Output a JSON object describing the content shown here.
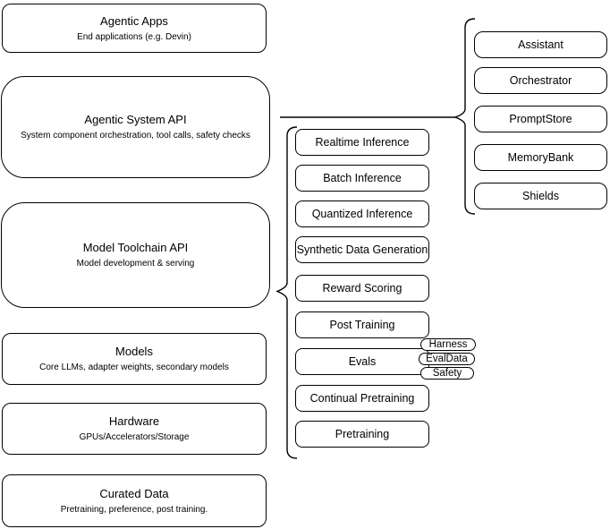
{
  "colors": {
    "background": "#ffffff",
    "shape_fill": "#ffffff",
    "stroke": "#000000",
    "text": "#000000"
  },
  "stack": [
    {
      "title": "Agentic Apps",
      "subtitle": "End applications (e.g. Devin)"
    },
    {
      "title": "Agentic System API",
      "subtitle": "System component orchestration, tool calls, safety checks"
    },
    {
      "title": "Model Toolchain API",
      "subtitle": "Model development & serving"
    },
    {
      "title": "Models",
      "subtitle": "Core LLMs, adapter weights, secondary models"
    },
    {
      "title": "Hardware",
      "subtitle": "GPUs/Accelerators/Storage"
    },
    {
      "title": "Curated Data",
      "subtitle": "Pretraining, preference, post training."
    }
  ],
  "toolchain": {
    "items": [
      "Realtime Inference",
      "Batch Inference",
      "Quantized Inference",
      "Synthetic Data Generation",
      "Reward Scoring",
      "Post Training",
      "Evals",
      "Continual Pretraining",
      "Pretraining"
    ],
    "evals_tags": [
      "Harness",
      "EvalData",
      "Safety"
    ]
  },
  "components": {
    "items": [
      "Assistant",
      "Orchestrator",
      "PromptStore",
      "MemoryBank",
      "Shields"
    ]
  }
}
